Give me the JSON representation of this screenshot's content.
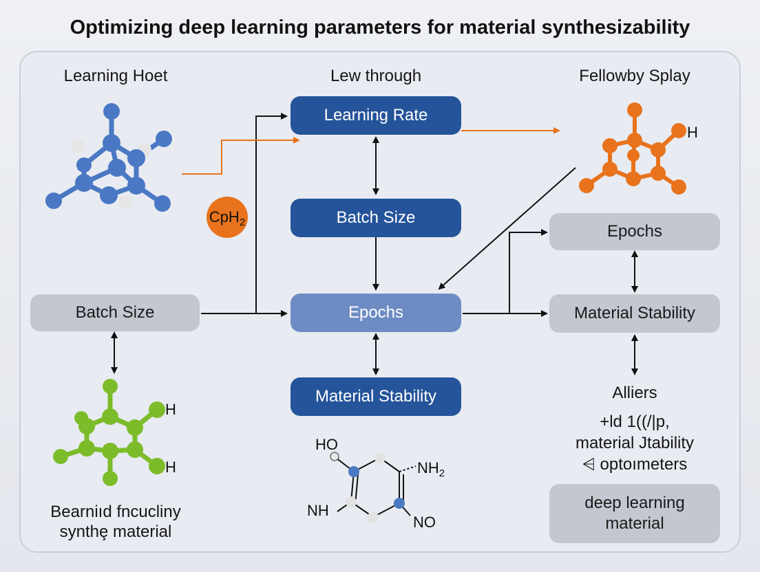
{
  "title": "Optimizing deep learning parameters for material synthesizability",
  "column_headers": {
    "left": "Learning Hoet",
    "center": "Lew through",
    "right": "Fellowby Splay"
  },
  "boxes": {
    "learning_rate": "Learning Rate",
    "batch_size_center": "Batch Size",
    "epochs_center": "Epochs",
    "material_stability_center": "Material Stability",
    "batch_size_left": "Batch Size",
    "epochs_right": "Epochs",
    "material_stability_right": "Material Stability",
    "deep_learning_material": "deep learning\nmaterial"
  },
  "cph2_badge": "CpH",
  "cph2_badge_sub": "2",
  "left_caption": "Bearniıd fncucliny\nsynthȩ material",
  "right_caption_title": "Alliers",
  "right_caption_body": "+ld 1((/|p,\nmaterial Jtability\n⩤ optoımeters",
  "molecule_labels": {
    "orange_h": "H",
    "green_h_top": "H",
    "green_h_bottom": "H",
    "ring_ho": "HO",
    "ring_nh2": "NH",
    "ring_nh2_sub": "2",
    "ring_nh": "NH",
    "ring_no": "NO"
  },
  "colors": {
    "dark_blue": "#25549a",
    "mid_blue": "#6e8cc4",
    "grey_box": "#c3c7cf",
    "orange": "#e8731c",
    "green": "#7cbc2a",
    "atom_blue": "#4a78c4"
  }
}
